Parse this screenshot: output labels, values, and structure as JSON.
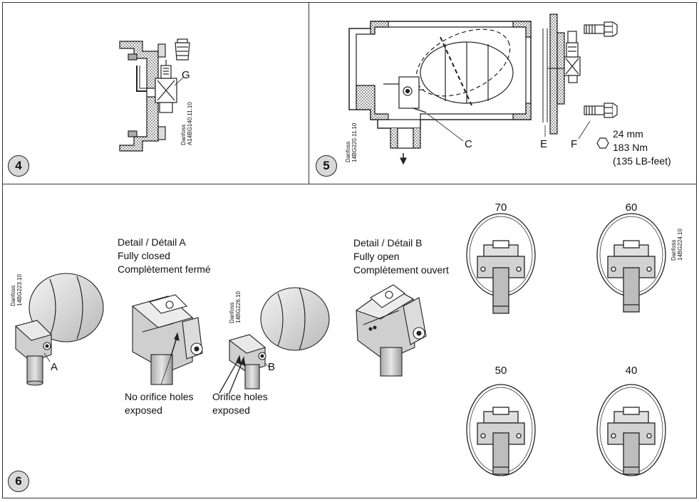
{
  "panel4": {
    "number": "4",
    "callout_g": "G",
    "ref_line1": "Danfoss",
    "ref_line2": "A14BG140.11.10"
  },
  "panel5": {
    "number": "5",
    "callout_c": "C",
    "callout_e": "E",
    "callout_f": "F",
    "torque_line1": "24 mm",
    "torque_line2": "183 Nm",
    "torque_line3": "(135 LB-feet)",
    "ref_line1": "Danfoss",
    "ref_line2": "14BG220.11.10"
  },
  "panel6": {
    "number": "6",
    "ref_left_line1": "Danfoss",
    "ref_left_line2": "14BG223.10",
    "ref_mid_line1": "Danfoss",
    "ref_mid_line2": "14BG226.10",
    "ref_right_line1": "Danfoss",
    "ref_right_line2": "14BG224.10",
    "callout_a": "A",
    "callout_b": "B",
    "detail_a_line1": "Detail / Détail A",
    "detail_a_line2": "Fully closed",
    "detail_a_line3": "Complètement fermé",
    "detail_b_line1": "Detail / Détail B",
    "detail_b_line2": "Fully open",
    "detail_b_line3": "Complètement ouvert",
    "note_closed_line1": "No orifice holes",
    "note_closed_line2": "exposed",
    "note_open_line1": "Orifice holes",
    "note_open_line2": "exposed",
    "dials": [
      "70",
      "60",
      "50",
      "40"
    ]
  }
}
